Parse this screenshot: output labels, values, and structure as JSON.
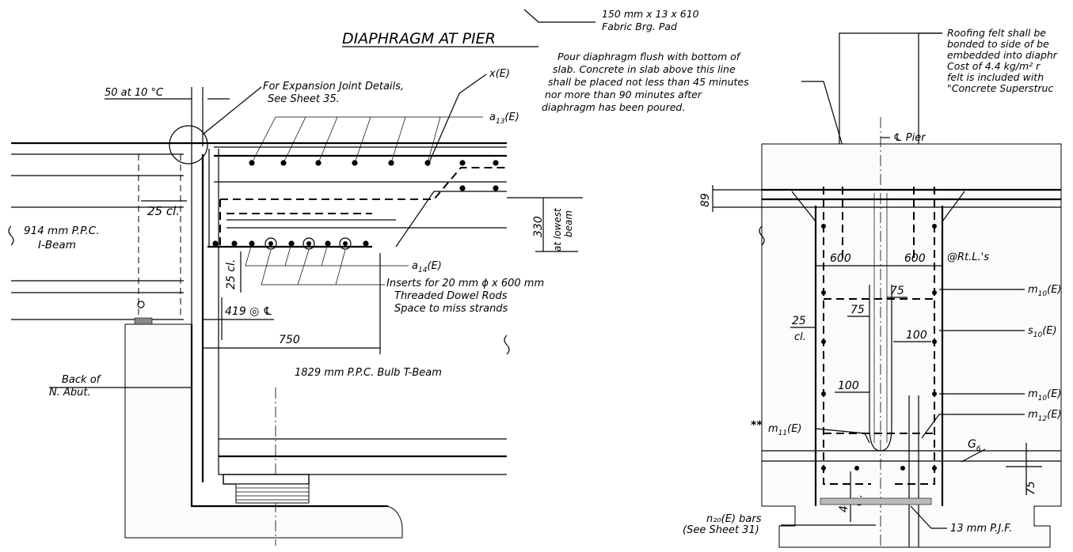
{
  "title": "DIAPHRAGM AT PIER",
  "notes": {
    "pad_line1": "150 mm x 13 x 610",
    "pad_line2": "Fabric Brg. Pad",
    "pour_line1": "Pour diaphragm flush with bottom of",
    "pour_line2": "slab.  Concrete in slab above this line",
    "pour_line3": "shall be placed not less than 45 minutes",
    "pour_line4": "nor more than 90 minutes after",
    "pour_line5": "diaphragm has been poured.",
    "felt_line1": "Roofing felt shall be",
    "felt_line2": "bonded to side of be",
    "felt_line3": "embedded into diaphr",
    "felt_line4": "Cost of 4.4 kg/m² r",
    "felt_line5": "felt is included with",
    "felt_line6": "\"Concrete Superstruc",
    "exp_line1": "For Expansion Joint Details,",
    "exp_line2": "See Sheet 35.",
    "inserts_line1": "Inserts for 20 mm ϕ x 600 mm",
    "inserts_line2": "Threaded Dowel Rods",
    "inserts_line3": "Space to miss strands"
  },
  "left": {
    "temp": "50 at 10 °C",
    "cl25": "25 cl.",
    "beam_line1": "914 mm P.P.C.",
    "beam_line2": "I-Beam",
    "xE": "x(E)",
    "a13": "a",
    "a13_sub": "13",
    "a13_tail": "(E)",
    "a14": "a",
    "a14_sub": "14",
    "a14_tail": "(E)",
    "dim330": "330",
    "lowest1": "at lowest",
    "lowest2": "beam",
    "cl25v": "25 cl.",
    "dim419": "419 ◎ ℄",
    "dim750": "750",
    "bulb": "1829 mm P.P.C. Bulb T-Beam",
    "back1": "Back of",
    "back2": "N. Abut."
  },
  "right": {
    "pier": "℄ Pier",
    "dim89": "89",
    "dim600a": "600",
    "dim600b": "600",
    "rtl": "@Rt.L.'s",
    "dim75a": "75",
    "dim75b": "75",
    "dim25": "25",
    "cl": "cl.",
    "dim100a": "100",
    "dim100b": "100",
    "m10a": "m",
    "m10a_sub": "10",
    "m10a_tail": "(E)",
    "s10": "s",
    "s10_sub": "10",
    "s10_tail": "(E)",
    "m10b": "m",
    "m10b_sub": "10",
    "m10b_tail": "(E)",
    "m12": "m",
    "m12_sub": "12",
    "m12_tail": "(E)",
    "m11_star": "**",
    "m11": "m",
    "m11_sub": "11",
    "m11_tail": "(E)",
    "g6": "G",
    "g6_sub": "6",
    "dim75c": "75",
    "dim40": "40",
    "cl2": "cl.",
    "n20_line1": "n₂₀(E) bars",
    "n20_line2": "(See Sheet 31)",
    "pjf": "13 mm P.J.F."
  }
}
